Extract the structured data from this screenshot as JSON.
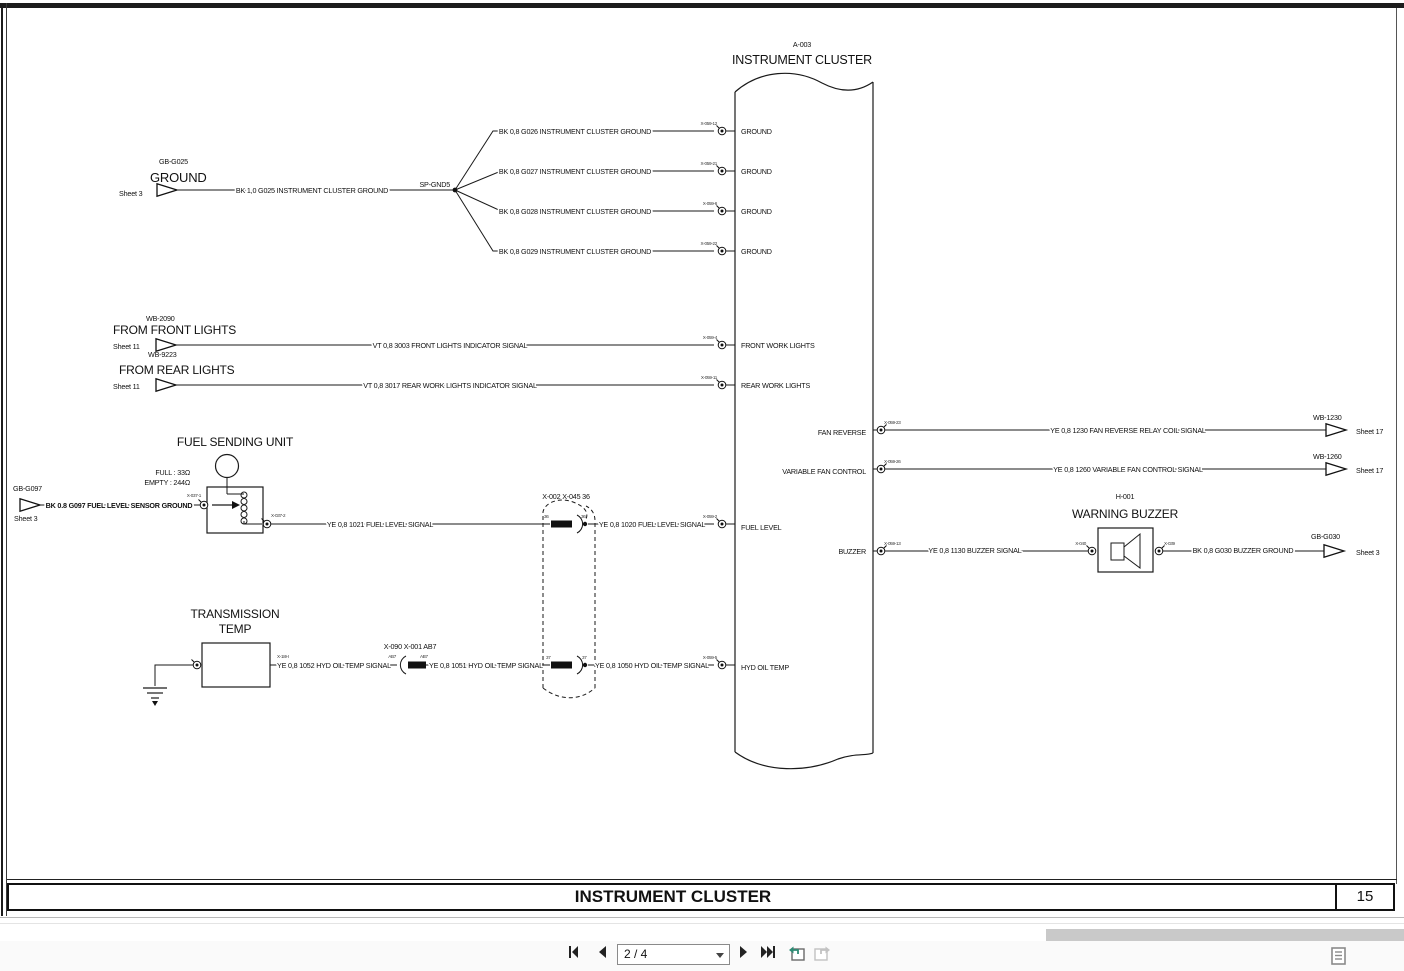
{
  "colors": {
    "line": "#1a1a1a",
    "scroll_thumb": "#c9c9c9",
    "toolbar_bg": "#fafafa",
    "prev_view_arrow": "#2e8b74"
  },
  "cluster": {
    "ref": "A-003",
    "title": "INSTRUMENT CLUSTER",
    "left_rows": [
      {
        "pin": "X-059-12",
        "label": "GROUND"
      },
      {
        "pin": "X-059-21",
        "label": "GROUND"
      },
      {
        "pin": "X-059-6",
        "label": "GROUND"
      },
      {
        "pin": "X-059-22",
        "label": "GROUND"
      },
      {
        "pin": "X-059-4",
        "label": "FRONT WORK LIGHTS"
      },
      {
        "pin": "X-059-11",
        "label": "REAR WORK LIGHTS"
      },
      {
        "pin": "X-059-2",
        "label": "FUEL LEVEL"
      },
      {
        "pin": "X-059-5",
        "label": "HYD OIL TEMP"
      }
    ],
    "right_rows": [
      {
        "pin": "X-059-23",
        "label": "FAN REVERSE"
      },
      {
        "pin": "X-059-26",
        "label": "VARIABLE FAN CONTROL"
      },
      {
        "pin": "X-059-13",
        "label": "BUZZER"
      }
    ]
  },
  "ground": {
    "code": "GB-G025",
    "title": "GROUND",
    "sheet": "Sheet 3",
    "feed": "BK 1,0 G025 INSTRUMENT CLUSTER GROUND",
    "splice": "SP-GND5",
    "branches": [
      "BK 0,8 G026 INSTRUMENT CLUSTER GROUND",
      "BK 0,8 G027 INSTRUMENT CLUSTER GROUND",
      "BK 0,8 G028 INSTRUMENT CLUSTER GROUND",
      "BK 0,8 G029 INSTRUMENT CLUSTER GROUND"
    ]
  },
  "front_lights": {
    "code": "WB-2090",
    "title": "FROM FRONT LIGHTS",
    "sheet": "Sheet 11",
    "code2": "WB-9223",
    "wire": "VT 0,8 3003 FRONT LIGHTS INDICATOR SIGNAL"
  },
  "rear_lights": {
    "title": "FROM REAR LIGHTS",
    "sheet": "Sheet 11",
    "wire": "VT 0,8 3017 REAR WORK LIGHTS INDICATOR SIGNAL"
  },
  "fan_reverse": {
    "wire": "YE 0,8 1230 FAN REVERSE RELAY COIL SIGNAL",
    "code": "WB-1230",
    "sheet": "Sheet 17"
  },
  "variable_fan": {
    "wire": "YE 0,8 1260 VARIABLE FAN CONTROL SIGNAL",
    "code": "WB-1260",
    "sheet": "Sheet 17"
  },
  "fuel": {
    "title": "FUEL SENDING UNIT",
    "full": "FULL : 33Ω",
    "empty": "EMPTY : 244Ω",
    "ground_code": "GB-G097",
    "ground_sheet": "Sheet 3",
    "ground_wire": "BK 0.8 G097 FUEL LEVEL SENSOR GROUND",
    "pin_in": "X-037-1",
    "pin_out": "X-037-2",
    "wire_a": "YE 0,8 1021 FUEL LEVEL SIGNAL",
    "connector": "X-002 X-045 36",
    "pin_a": "36",
    "pin_b": "36",
    "wire_b": "YE 0,8 1020 FUEL LEVEL SIGNAL"
  },
  "buzzer": {
    "wire": "YE 0,8 1130 BUZZER SIGNAL",
    "ref": "H-001",
    "title": "WARNING BUZZER",
    "pin_left": "X-040",
    "pin_right": "X-039",
    "ground_wire": "BK 0,8 G030 BUZZER GROUND",
    "code": "GB-G030",
    "sheet": "Sheet 3"
  },
  "trans": {
    "title_line1": "TRANSMISSION",
    "title_line2": "TEMP",
    "pin": "X-18H",
    "wire_a": "YE 0,8 1052 HYD OIL TEMP SIGNAL",
    "connector": "X-090 X-001 AB7",
    "pin_a": "AB7",
    "pin_b": "AB7",
    "wire_b": "YE 0,8 1051 HYD OIL TEMP SIGNAL",
    "pin_c": "37",
    "pin_d": "37",
    "wire_c": "YE 0,8 1050 HYD OIL TEMP SIGNAL"
  },
  "title_bar": {
    "title": "INSTRUMENT CLUSTER",
    "page_number": "15"
  },
  "toolbar": {
    "page_combo": "2 / 4",
    "icons": {
      "first": "first-page-icon",
      "prev": "previous-page-icon",
      "next": "next-page-icon",
      "last": "last-page-icon",
      "prev_view": "previous-view-icon",
      "next_view": "next-view-icon",
      "doc": "document-properties-icon"
    }
  }
}
